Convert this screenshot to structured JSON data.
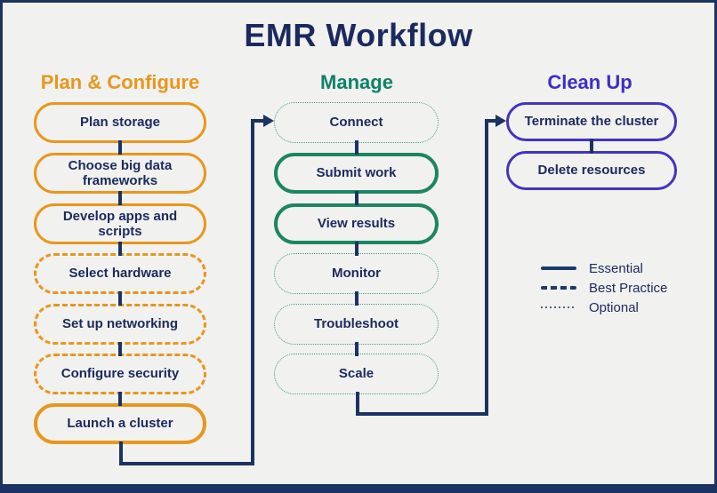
{
  "title": "EMR Workflow",
  "colors": {
    "navy_text": "#1B2A5E",
    "navy_line": "#1B3363",
    "orange": "#E8971D",
    "teal_header": "#0F8169",
    "teal_border": "#1D8563",
    "teal_dotted": "#44A188",
    "purple": "#3C2EC8",
    "background": "#F1F1EF"
  },
  "columns": [
    {
      "header": "Plan & Configure",
      "items": [
        {
          "label": "Plan storage",
          "style": "essential"
        },
        {
          "label": "Choose big data frameworks",
          "style": "essential"
        },
        {
          "label": "Develop apps and scripts",
          "style": "essential"
        },
        {
          "label": "Select hardware",
          "style": "best-practice"
        },
        {
          "label": "Set up networking",
          "style": "best-practice"
        },
        {
          "label": "Configure security",
          "style": "best-practice"
        },
        {
          "label": "Launch a cluster",
          "style": "essential"
        }
      ]
    },
    {
      "header": "Manage",
      "items": [
        {
          "label": "Connect",
          "style": "optional"
        },
        {
          "label": "Submit work",
          "style": "essential"
        },
        {
          "label": "View results",
          "style": "essential"
        },
        {
          "label": "Monitor",
          "style": "optional"
        },
        {
          "label": "Troubleshoot",
          "style": "optional"
        },
        {
          "label": "Scale",
          "style": "optional"
        }
      ]
    },
    {
      "header": "Clean Up",
      "items": [
        {
          "label": "Terminate the cluster",
          "style": "essential"
        },
        {
          "label": "Delete resources",
          "style": "essential"
        }
      ]
    }
  ],
  "legend": {
    "items": [
      {
        "label": "Essential",
        "style": "solid"
      },
      {
        "label": "Best Practice",
        "style": "dashed"
      },
      {
        "label": "Optional",
        "style": "dotted"
      }
    ]
  }
}
